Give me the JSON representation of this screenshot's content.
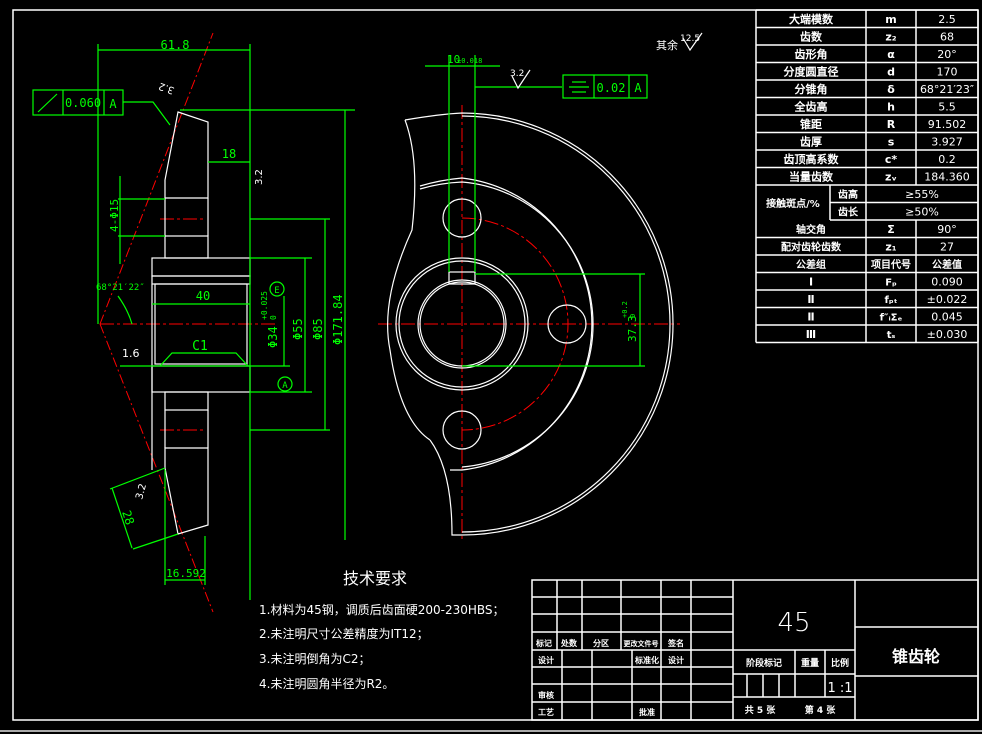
{
  "drawing": {
    "part_name": "锥齿轮",
    "material": "45",
    "scale": "1 :1",
    "sheet_total": "共 5 张",
    "sheet_no": "第 4 张"
  },
  "params_table": {
    "rows": [
      {
        "name": "大端模数",
        "symbol": "m",
        "value": "2.5"
      },
      {
        "name": "齿数",
        "symbol": "z₂",
        "value": "68"
      },
      {
        "name": "齿形角",
        "symbol": "α",
        "value": "20°"
      },
      {
        "name": "分度圆直径",
        "symbol": "d",
        "value": "170"
      },
      {
        "name": "分锥角",
        "symbol": "δ",
        "value": "68°21′23″"
      },
      {
        "name": "全齿高",
        "symbol": "h",
        "value": "5.5"
      },
      {
        "name": "锥距",
        "symbol": "R",
        "value": "91.502"
      },
      {
        "name": "齿厚",
        "symbol": "s",
        "value": "3.927"
      },
      {
        "name": "齿顶高系数",
        "symbol": "c*",
        "value": "0.2"
      },
      {
        "name": "当量齿数",
        "symbol": "zᵥ",
        "value": "184.360"
      }
    ],
    "contact": {
      "label": "接触斑点/%",
      "rows": [
        {
          "name": "齿高",
          "value": "≥55%"
        },
        {
          "name": "齿长",
          "value": "≥50%"
        }
      ]
    },
    "rows2": [
      {
        "name": "轴交角",
        "symbol": "Σ",
        "value": "90°"
      },
      {
        "name": "配对齿轮齿数",
        "symbol": "z₁",
        "value": "27"
      }
    ],
    "tolerance_header": {
      "group": "公差组",
      "code": "项目代号",
      "value": "公差值"
    },
    "tolerance_rows": [
      {
        "group": "Ⅰ",
        "code": "Fₚ",
        "value": "0.090"
      },
      {
        "group": "Ⅱ",
        "code": "fₚₜ",
        "value": "±0.022"
      },
      {
        "group": "Ⅱ",
        "code": "f″ᵢΣₑ",
        "value": "0.045"
      },
      {
        "group": "Ⅲ",
        "code": "tₛ",
        "value": "±0.030"
      }
    ]
  },
  "tech_requirements": {
    "title": "技术要求",
    "items": [
      "1.材料为45钢，调质后齿面硬200-230HBS；",
      "2.未注明尺寸公差精度为IT12；",
      "3.未注明倒角为C2；",
      "4.未注明圆角半径为R2。"
    ]
  },
  "title_block": {
    "labels": {
      "mark": "标记",
      "count": "处数",
      "zone": "分区",
      "doc_no": "更改文件号",
      "sign": "签名",
      "design": "设计",
      "standard": "标准化",
      "design2": "设计",
      "review": "审核",
      "process": "工艺",
      "approve": "批准",
      "stage": "阶段标记",
      "weight": "重量",
      "ratio": "比例"
    }
  },
  "annotations": {
    "dim_61_8": "61.8",
    "dim_18": "18",
    "runout_value": "0.060",
    "datum_a": "A",
    "holes": "4-Φ15",
    "angle": "68°21′22″",
    "dim_40": "40",
    "chamfer": "C1",
    "roughness_1_6": "1.6",
    "roughness_3_2": "3.2",
    "bore": "Φ34",
    "bore_tol_upper": "+0.025",
    "bore_tol_lower": "0",
    "dia_55": "Φ55",
    "dia_85": "Φ85",
    "dia_171": "Φ171.84",
    "envelope": "E",
    "dim_28": "28",
    "dim_16_592": "16.592",
    "keyway": "10",
    "keyway_tol": "±0.018",
    "sym_value": "0.02",
    "keyway_depth": "37.3",
    "keyway_depth_tol_upper": "+0.2",
    "keyway_depth_tol_lower": "0",
    "other_rough_label": "其余",
    "other_rough_value": "12.5"
  }
}
